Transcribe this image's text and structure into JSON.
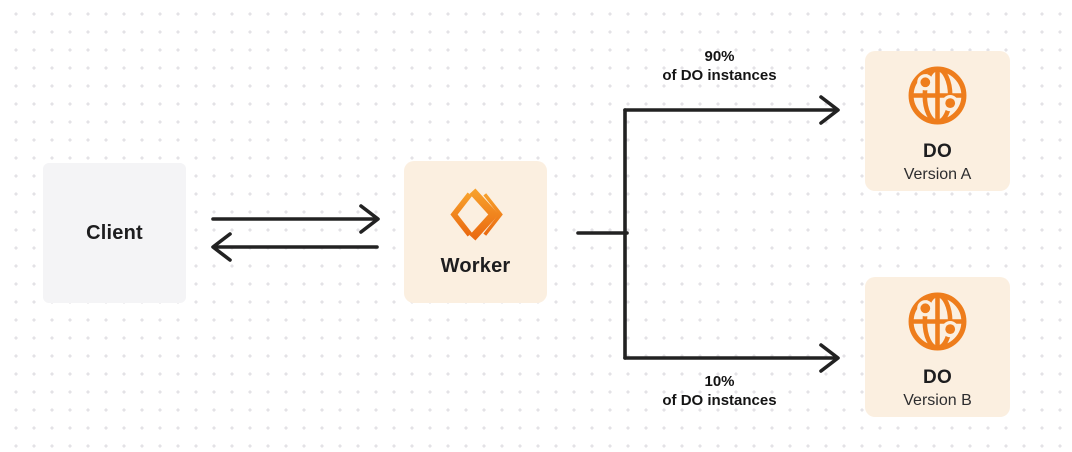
{
  "diagram": {
    "nodes": {
      "client": {
        "label": "Client"
      },
      "worker": {
        "label": "Worker"
      },
      "do_a": {
        "title": "DO",
        "subtitle": "Version A"
      },
      "do_b": {
        "title": "DO",
        "subtitle": "Version B"
      }
    },
    "split_labels": {
      "top": {
        "percent": "90%",
        "caption": "of DO instances"
      },
      "bottom": {
        "percent": "10%",
        "caption": "of DO instances"
      }
    },
    "icons": {
      "worker": "workers-logo-icon",
      "durable_object": "globe-icon"
    },
    "colors": {
      "accent_orange": "#ee7d1c",
      "accent_orange_light": "#f7a02c",
      "accent_orange_dark": "#ea6a10",
      "node_cream": "#fbefe0",
      "client_gray": "#f4f4f6",
      "line_dark": "#222222",
      "grid_dot": "#e3e2e6"
    }
  }
}
